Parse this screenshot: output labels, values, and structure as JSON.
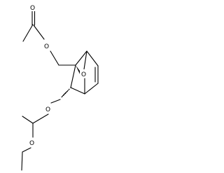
{
  "structure": {
    "atoms": {
      "o_carbonyl": "O",
      "o_ester": "O",
      "o_bridge": "O",
      "o_ether_upper": "O",
      "o_ether_lower": "O"
    }
  }
}
